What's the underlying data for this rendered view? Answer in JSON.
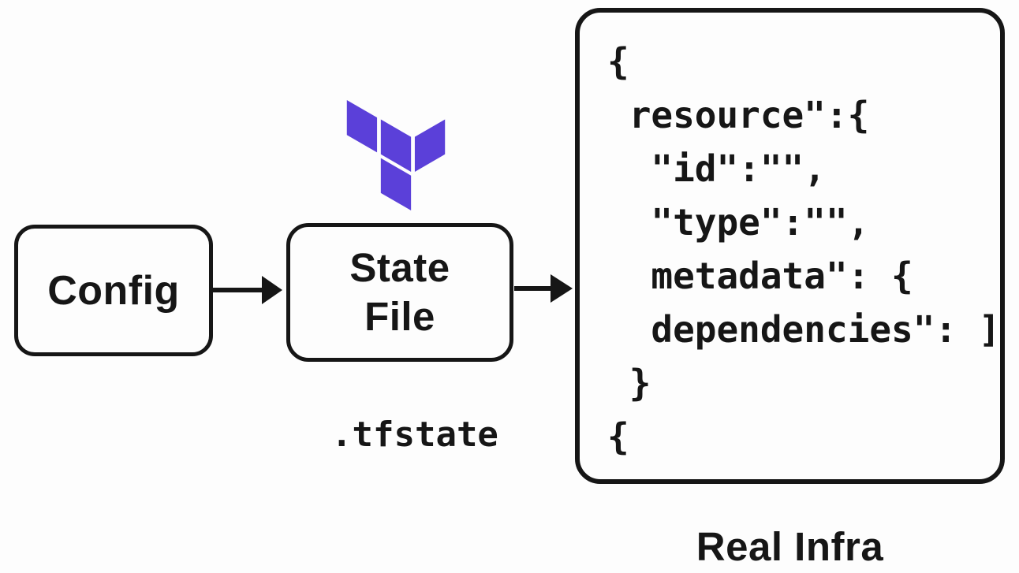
{
  "colors": {
    "bg": "#fdfdfd",
    "ink": "#161616",
    "brand": "#5B40D9"
  },
  "nodes": {
    "config": {
      "label": "Config"
    },
    "state_file": {
      "label_line1": "State",
      "label_line2": "File",
      "caption": ".tfstate"
    },
    "state_json": {
      "code_lines": [
        "{",
        " resource\":{",
        "  \"id\":\"\",",
        "  \"type\":\"\",",
        "  metadata\": {",
        "  dependencies\": ]",
        " }",
        "{"
      ],
      "caption": "Real Infra"
    }
  },
  "icons": {
    "terraform_logo": "terraform-logo"
  }
}
